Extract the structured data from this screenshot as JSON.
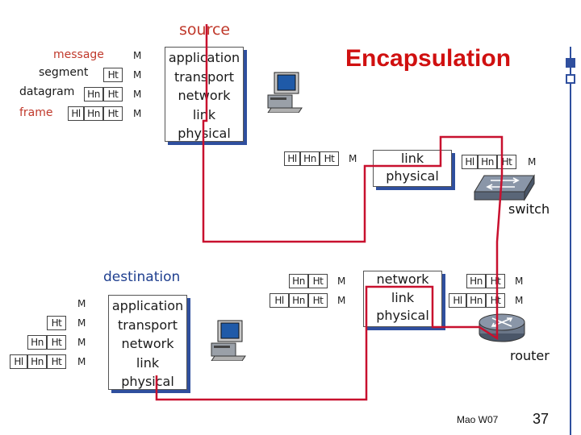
{
  "title": "Encapsulation",
  "source_label": "source",
  "destination_label": "destination",
  "switch_label": "switch",
  "router_label": "router",
  "footer": "Mao W07",
  "page_number": "37",
  "source_layers": {
    "message": "message",
    "segment": "segment",
    "datagram": "datagram",
    "frame": "frame"
  },
  "headers": {
    "transport": "Ht",
    "network": "Hn",
    "link": "Hl",
    "message": "M"
  },
  "source_stack": [
    "application",
    "transport",
    "network",
    "link",
    "physical"
  ],
  "destination_stack": [
    "application",
    "transport",
    "network",
    "link",
    "physical"
  ],
  "switch_stack": [
    "link",
    "physical"
  ],
  "router_stack": [
    "network",
    "link",
    "physical"
  ],
  "colors": {
    "title": "#d01010",
    "path": "#c8102e",
    "shadow": "#2f4f9e",
    "divider": "#2f4f9e"
  }
}
